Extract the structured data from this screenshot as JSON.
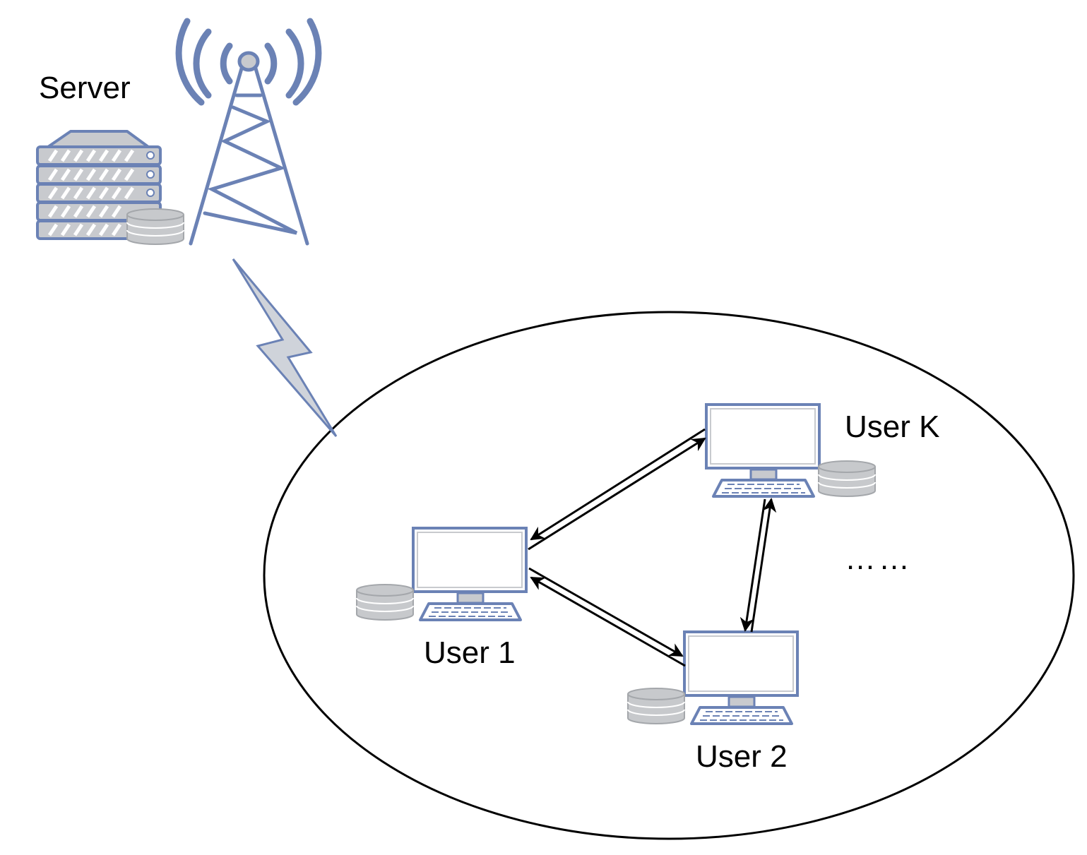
{
  "labels": {
    "server": "Server",
    "user1": "User 1",
    "user2": "User 2",
    "userK": "User K",
    "ellipsis": "……"
  },
  "colors": {
    "device_stroke": "#6b82b5",
    "disk_fill": "#c7c9cc",
    "disk_stroke": "#a4a7ab",
    "lightning_fill": "#cfd3da",
    "server_face": "#c8cace",
    "line": "#000000"
  },
  "nodes": [
    {
      "id": "server",
      "icon": "server-rack-icon"
    },
    {
      "id": "tower",
      "icon": "radio-tower-icon"
    },
    {
      "id": "user1",
      "icon": "desktop-computer-icon"
    },
    {
      "id": "user2",
      "icon": "desktop-computer-icon"
    },
    {
      "id": "userK",
      "icon": "desktop-computer-icon"
    }
  ],
  "links": [
    {
      "from": "tower",
      "to": "user-group",
      "type": "wireless"
    },
    {
      "from": "user1",
      "to": "userK",
      "type": "bidirectional"
    },
    {
      "from": "user1",
      "to": "user2",
      "type": "bidirectional"
    },
    {
      "from": "user2",
      "to": "userK",
      "type": "bidirectional"
    }
  ]
}
